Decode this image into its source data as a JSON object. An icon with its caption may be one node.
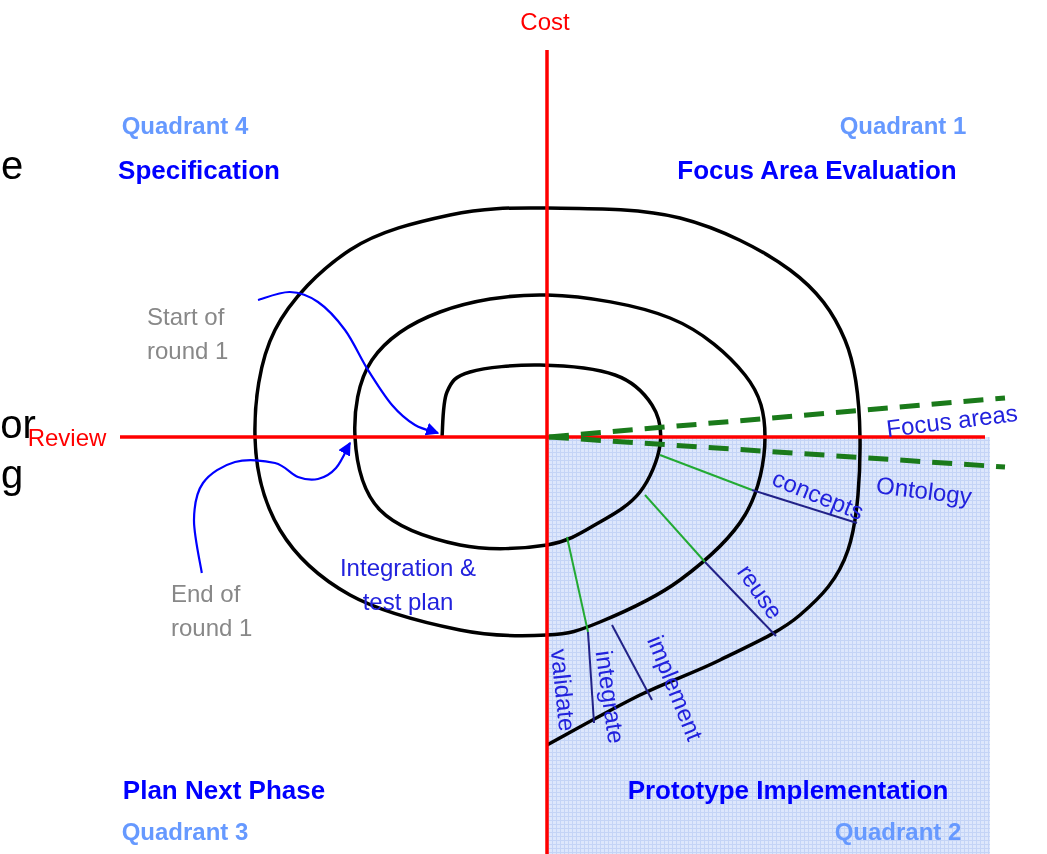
{
  "diagram": {
    "nodes": [
      {
        "text": [
          "Start of round 1"
        ]
      },
      {
        "text": [
          "End of round 1"
        ]
      }
    ],
    "edges": [
      {
        "from": 0,
        "to": null,
        "arrow": "to",
        "color": "#0000ff"
      },
      {
        "from": 1,
        "to": null,
        "arrow": "to",
        "color": "#0000ff"
      }
    ],
    "labels": [
      "Cost",
      "Quadrant 4",
      "Quadrant 1",
      "e",
      "Specification",
      "Focus Area Evaluation",
      "or",
      "Review",
      "Focus areas",
      "g",
      "concepts",
      "Ontology",
      "Integration & test plan",
      "reuse",
      "validate",
      "integrate",
      "implement",
      "Plan Next Phase",
      "Prototype Implementation",
      "Quadrant 3",
      "Quadrant 2"
    ]
  }
}
